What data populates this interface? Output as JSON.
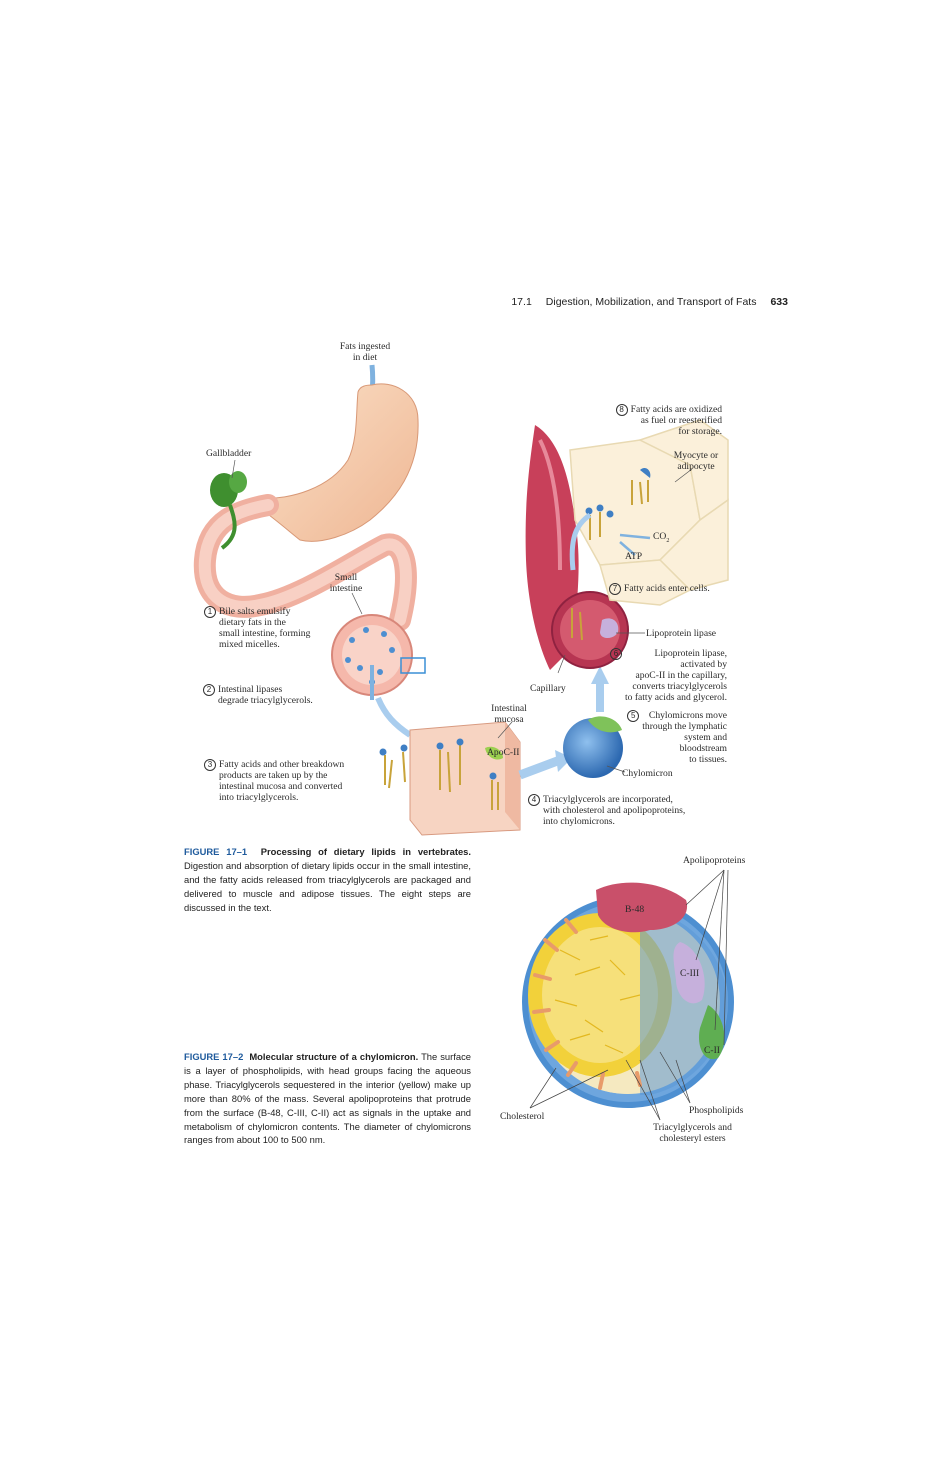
{
  "header": {
    "section": "17.1",
    "title": "Digestion, Mobilization, and Transport of Fats",
    "page": "633"
  },
  "figure1": {
    "labels": {
      "fats_ingested": "Fats ingested\nin diet",
      "gallbladder": "Gallbladder",
      "small_intestine": "Small\nintestine",
      "step1": "Bile salts emulsify\ndietary fats in the\nsmall intestine, forming\nmixed micelles.",
      "step2": "Intestinal lipases\ndegrade triacylglycerols.",
      "step3": "Fatty acids and other breakdown\nproducts are taken up by the\nintestinal mucosa and converted\ninto triacylglycerols.",
      "intestinal_mucosa": "Intestinal\nmucosa",
      "apoc2": "ApoC-II",
      "step4": "Triacylglycerols are incorporated,\nwith cholesterol and apolipoproteins,\ninto chylomicrons.",
      "chylomicron": "Chylomicron",
      "step5": "Chylomicrons move\nthrough the lymphatic\nsystem and\nbloodstream\nto tissues.",
      "capillary": "Capillary",
      "step6": "Lipoprotein lipase,\nactivated by\napoC-II in the capillary,\nconverts triacylglycerols\nto fatty acids and glycerol.",
      "lipoprotein_lipase": "Lipoprotein lipase",
      "step7": "Fatty acids enter cells.",
      "step8": "Fatty acids are oxidized\nas fuel or reesterified\nfor storage.",
      "myocyte": "Myocyte or\nadipocyte",
      "co2": "CO",
      "co2_sub": "2",
      "atp": "ATP",
      "n1": "1",
      "n2": "2",
      "n3": "3",
      "n4": "4",
      "n5": "5",
      "n6": "6",
      "n7": "7",
      "n8": "8"
    },
    "caption": {
      "label": "FIGURE 17–1",
      "title": "Processing of dietary lipids in vertebrates.",
      "text": "Digestion and absorption of dietary lipids occur in the small intestine, and the fatty acids released from triacylglycerols are packaged and delivered to muscle and adipose tissues. The eight steps are discussed in the text."
    }
  },
  "figure2": {
    "labels": {
      "apolipoproteins": "Apolipoproteins",
      "b48": "B-48",
      "c3": "C-III",
      "c2": "C-II",
      "phospholipids": "Phospholipids",
      "cholesterol": "Cholesterol",
      "tag": "Triacylglycerols and\ncholesteryl esters"
    },
    "caption": {
      "label": "FIGURE 17–2",
      "title": "Molecular structure of a chylomicron.",
      "text": "The surface is a layer of phospholipids, with head groups facing the aqueous phase. Triacylglycerols sequestered in the interior (yellow) make up more than 80% of the mass. Several apolipoproteins that protrude from the surface (B-48, C-III, C-II) act as signals in the uptake and metabolism of chylomicron contents. The diameter of chylomicrons ranges from about 100 to 500 nm."
    }
  },
  "colors": {
    "caption_accent": "#1e5a9c",
    "stomach": "#f6c9a6",
    "gallbladder": "#3f8f2f",
    "yellow_core": "#f2d13a",
    "phospholipid_blue": "#4d8fd1",
    "capillary_red": "#c8405a",
    "b48": "#c9506a",
    "c3": "#c6b0dc",
    "c2": "#5fae52"
  }
}
